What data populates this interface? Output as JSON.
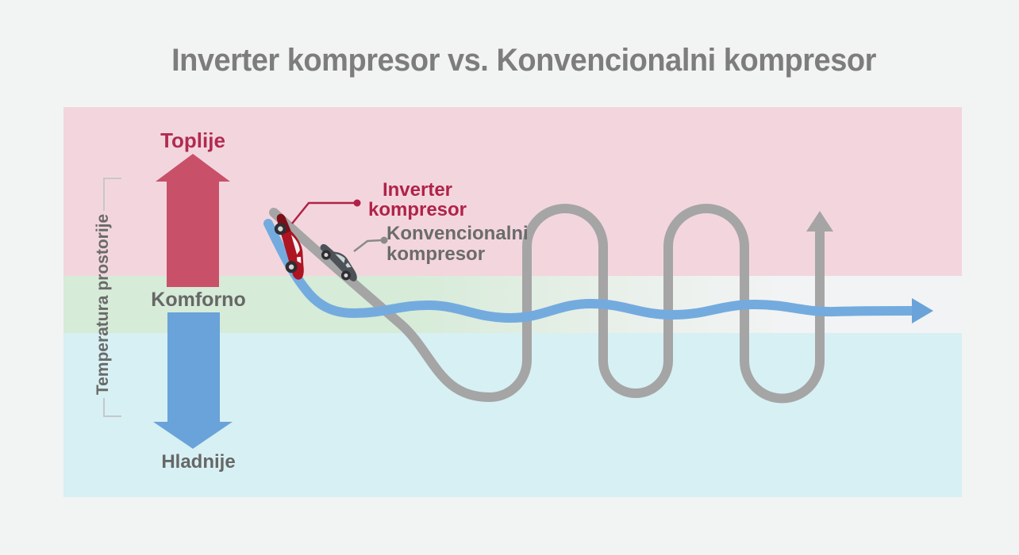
{
  "title": "Inverter kompresor vs. Konvencionalni kompresor",
  "axis": {
    "label": "Temperatura prostorije",
    "warmer": "Toplije",
    "comfort": "Komforno",
    "colder": "Hladnije"
  },
  "series": [
    {
      "id": "inverter",
      "label": "Inverter\nkompresor",
      "curve_color": "#74abdf",
      "label_color": "#b02348",
      "behavior": "smooth gentle wave staying in comfort zone"
    },
    {
      "id": "conventional",
      "label": "Konvencionalni\nkompresor",
      "curve_color": "#a5a5a5",
      "label_color": "#6b6b6b",
      "behavior": "large repeating oscillations between warm and cold zones"
    }
  ],
  "zones": [
    {
      "id": "warm",
      "color": "#f3d6dd"
    },
    {
      "id": "comfort",
      "color": "#d6ebd8"
    },
    {
      "id": "cold",
      "color": "#d7f0f3"
    }
  ],
  "colors": {
    "background": "#f2f3f3",
    "title_text": "#7d7d7d",
    "warmer_arrow": "#c85169",
    "colder_arrow": "#69a3d9",
    "warmer_text": "#b12b51",
    "gray_text": "#676767",
    "bracket": "#c6c8c9",
    "inverter_car": "#ae1422",
    "conventional_car": "#4c5257"
  }
}
